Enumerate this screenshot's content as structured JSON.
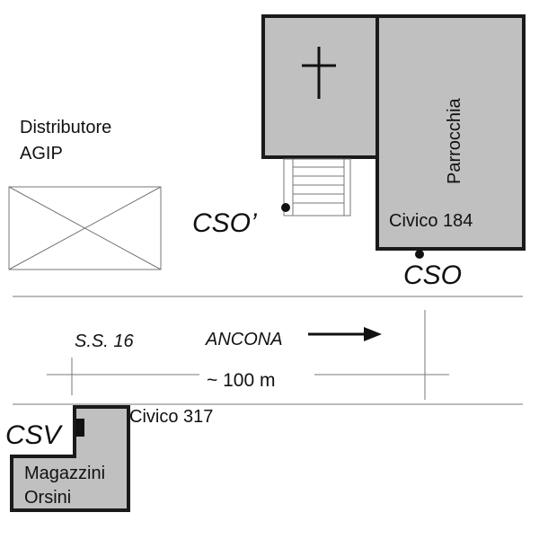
{
  "labels": {
    "distributore_line1": "Distributore",
    "distributore_line2": "AGIP",
    "parrocchia": "Parrocchia",
    "civico_184": "Civico 184",
    "cso_prime": "CSO’",
    "cso": "CSO",
    "road_name": "S.S. 16",
    "direction": "ANCONA",
    "distance": "~ 100 m",
    "civico_317": "Civico 317",
    "csv": "CSV",
    "magazzini_line1": "Magazzini",
    "magazzini_line2": "Orsini"
  },
  "colors": {
    "building_fill": "#c0c0c0",
    "outline": "#1a1a1a",
    "thin_line": "#777777"
  }
}
